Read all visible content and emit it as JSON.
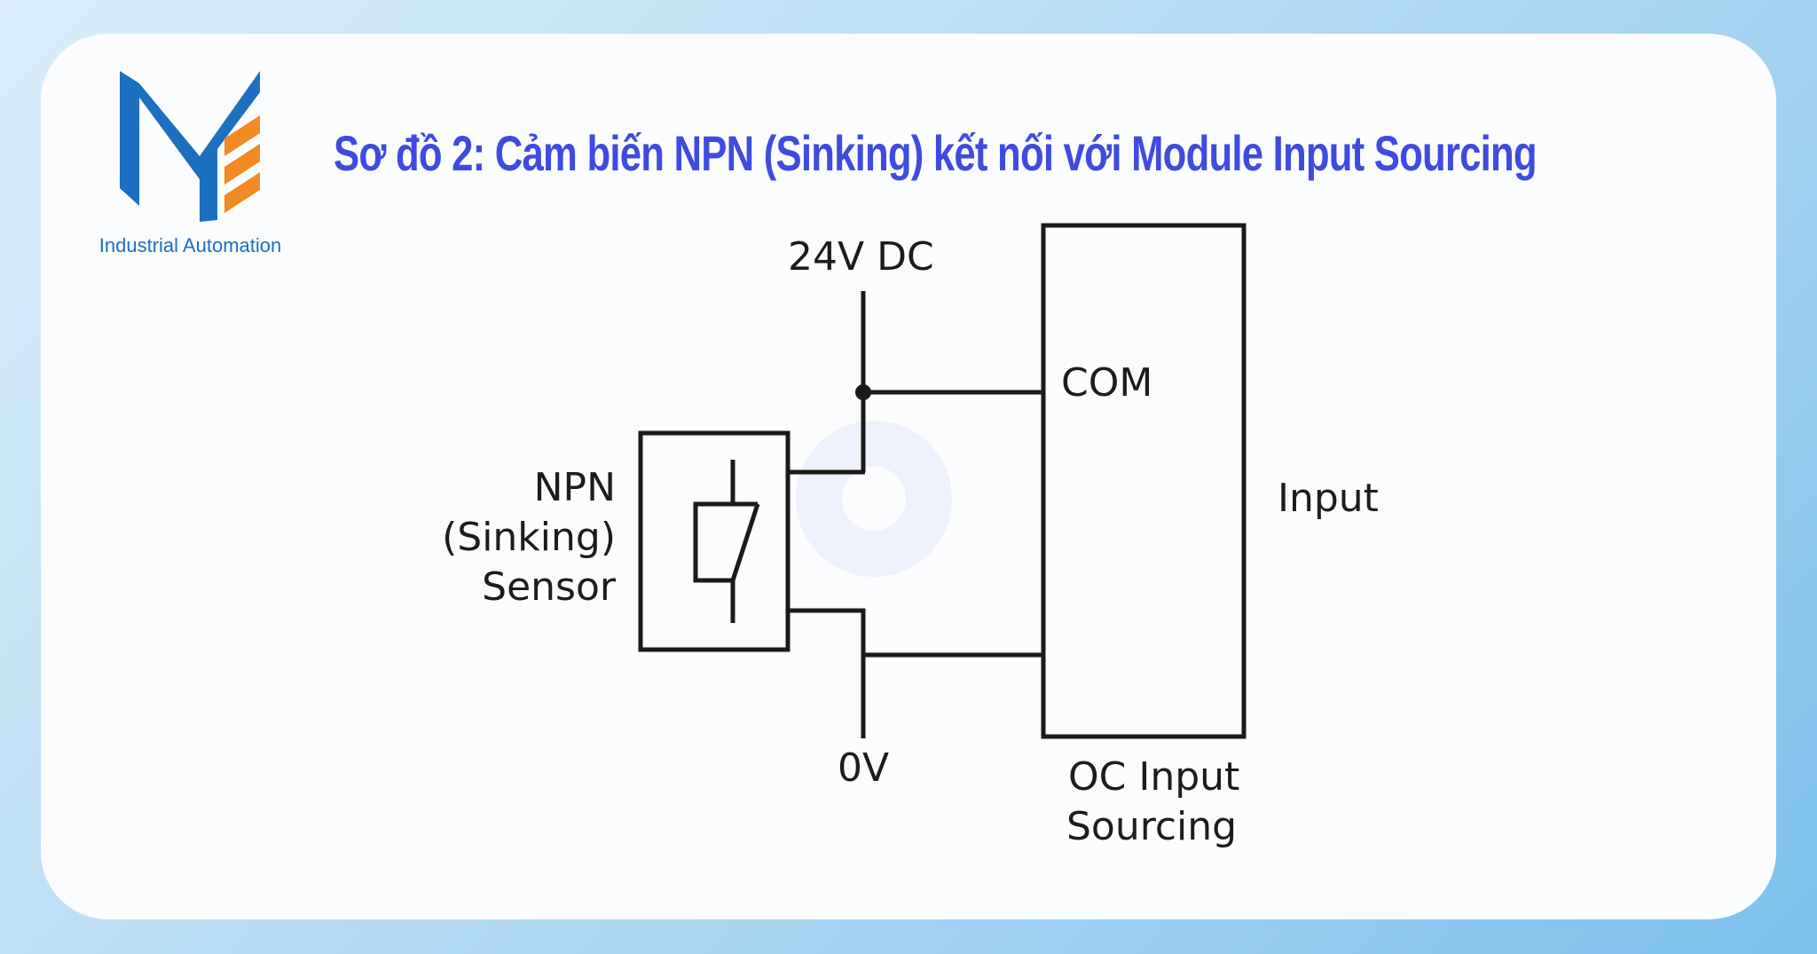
{
  "brand": {
    "tagline": "Industrial Automation",
    "colors": {
      "blue": "#1d6fc0",
      "orange": "#f28a23"
    }
  },
  "title": "Sơ đồ 2: Cảm biến NPN (Sinking) kết nối với Module Input Sourcing",
  "diagram": {
    "supply_label": "24V DC",
    "ground_label": "0V",
    "sensor_label_lines": [
      "NPN",
      "(Sinking)",
      "Sensor"
    ],
    "com_label": "COM",
    "input_label": "Input",
    "module_label_lines": [
      "OC Input",
      "Sourcing"
    ]
  }
}
